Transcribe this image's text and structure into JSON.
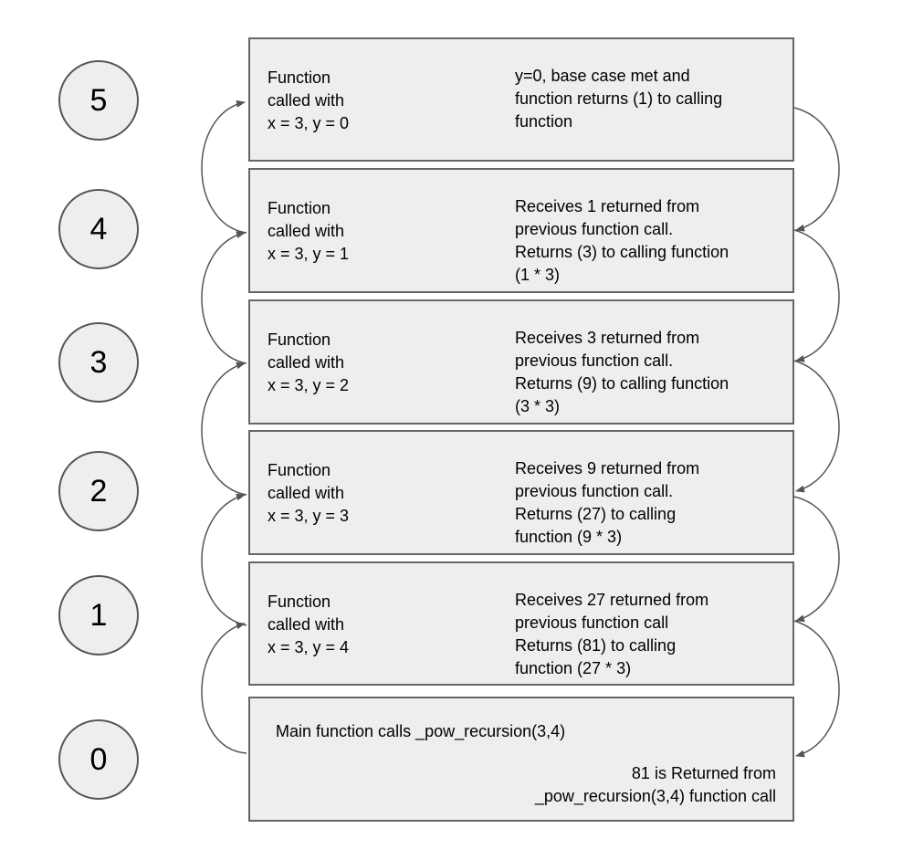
{
  "colors": {
    "fill": "#eeeeee",
    "border": "#666666",
    "arrow": "#555555"
  },
  "levels": [
    {
      "label": "5",
      "call": "Function\ncalled with\nx = 3, y = 0",
      "ret": "y=0, base case met and\nfunction returns (1) to calling\nfunction"
    },
    {
      "label": "4",
      "call": "Function\ncalled with\nx = 3, y = 1",
      "ret": "Receives 1 returned from\nprevious function call.\nReturns (3) to calling function\n(1 * 3)"
    },
    {
      "label": "3",
      "call": "Function\ncalled with\nx = 3, y = 2",
      "ret": "Receives 3 returned from\nprevious function call.\nReturns (9) to calling function\n(3 * 3)"
    },
    {
      "label": "2",
      "call": "Function\ncalled with\nx = 3, y = 3",
      "ret": "Receives 9 returned from\nprevious function call.\nReturns (27) to calling\nfunction (9 * 3)"
    },
    {
      "label": "1",
      "call": "Function\ncalled with\nx = 3, y = 4",
      "ret": "Receives 27 returned from\nprevious function call\nReturns (81) to calling\nfunction (27 * 3)"
    }
  ],
  "main": {
    "label": "0",
    "call": "Main function calls _pow_recursion(3,4)",
    "ret": "81 is Returned from\n_pow_recursion(3,4) function call"
  }
}
